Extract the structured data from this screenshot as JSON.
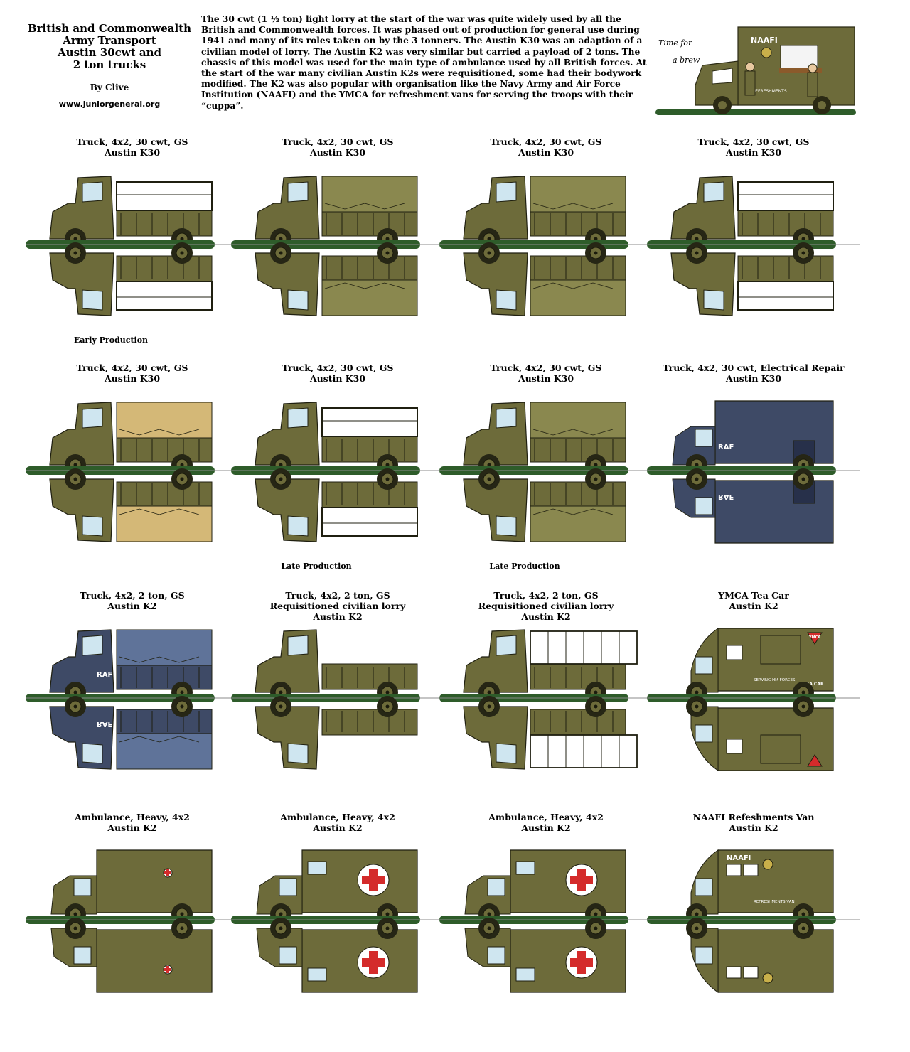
{
  "header": {
    "title_lines": [
      "British and Commonwealth",
      "Army Transport",
      "Austin 30cwt and",
      "2 ton trucks"
    ],
    "byline": "By Clive",
    "website": "www.juniorgeneral.org"
  },
  "intro_text": "The 30 cwt (1 ½ ton) light lorry at the start of the war was quite widely used by all the British and Commonwealth forces. It was phased out of production for general use during 1941 and many of its roles taken on by the 3 tonners. The Austin K30 was an adaption of a civilian model of lorry. The Austin K2 was very similar but carried a payload of 2 tons. The chassis of this model was used for the main type of ambulance used by all British forces. At the start of the war many civilian Austin K2s were requisitioned, some had their bodywork modified. The K2 was also popular with organisation like the Navy Army and Air Force Institution (NAAFI) and the YMCA for refreshment vans for serving the troops with their “cuppa”.",
  "hero": {
    "sign_line1": "Time for",
    "sign_line2": "a brew",
    "naafi_label": "NAAFI",
    "van_label": "REFRESHMENTS"
  },
  "colors": {
    "olive": "#6d6b3a",
    "olive_dark": "#4a4926",
    "olive_light": "#8a884f",
    "raf_blue": "#3e4a66",
    "raf_canvas": "#5f7399",
    "tan_canvas": "#d4b877",
    "base_green": "#2e5c2a",
    "white": "#ffffff"
  },
  "vehicles": [
    {
      "line1": "Truck, 4x2, 30 cwt, GS",
      "line2": "Austin K30",
      "line3": "",
      "note": "Early Production",
      "body": "stake",
      "scheme": "olive"
    },
    {
      "line1": "Truck, 4x2, 30 cwt, GS",
      "line2": "Austin K30",
      "line3": "",
      "note": "",
      "body": "canvas",
      "scheme": "olive"
    },
    {
      "line1": "Truck, 4x2, 30 cwt, GS",
      "line2": "Austin K30",
      "line3": "",
      "note": "",
      "body": "canvas",
      "scheme": "olive"
    },
    {
      "line1": "Truck, 4x2, 30 cwt, GS",
      "line2": "Austin K30",
      "line3": "",
      "note": "",
      "body": "stake",
      "scheme": "olive"
    },
    {
      "line1": "Truck, 4x2, 30 cwt, GS",
      "line2": "Austin K30",
      "line3": "",
      "note": "",
      "body": "canvas",
      "scheme": "tan"
    },
    {
      "line1": "Truck, 4x2, 30 cwt, GS",
      "line2": "Austin K30",
      "line3": "",
      "note": "Late Production",
      "body": "stake",
      "scheme": "olive"
    },
    {
      "line1": "Truck, 4x2, 30 cwt, GS",
      "line2": "Austin K30",
      "line3": "",
      "note": "Late Production",
      "body": "canvas",
      "scheme": "olive"
    },
    {
      "line1": "Truck, 4x2, 30 cwt, Electrical Repair",
      "line2": "Austin K30",
      "line3": "",
      "note": "",
      "body": "box",
      "scheme": "raf",
      "roundel": "RAF"
    },
    {
      "line1": "Truck, 4x2, 2 ton, GS",
      "line2": "Austin K2",
      "line3": "",
      "note": "",
      "body": "canvas",
      "scheme": "raf",
      "roundel": "RAF"
    },
    {
      "line1": "Truck, 4x2, 2 ton, GS",
      "line2": "Requisitioned civilian lorry",
      "line3": "Austin K2",
      "note": "",
      "body": "flat",
      "scheme": "olive"
    },
    {
      "line1": "Truck, 4x2, 2 ton, GS",
      "line2": "Requisitioned civilian lorry",
      "line3": "Austin K2",
      "note": "",
      "body": "frame",
      "scheme": "olive"
    },
    {
      "line1": "YMCA Tea Car",
      "line2": "Austin K2",
      "line3": "",
      "note": "",
      "body": "van",
      "scheme": "olive",
      "sign": "YMCA",
      "side_text": "SERVING HM FORCES",
      "top_text": "TEA CAR"
    },
    {
      "line1": "Ambulance, Heavy, 4x2",
      "line2": "Austin K2",
      "line3": "",
      "note": "",
      "body": "ambsmall",
      "scheme": "olive"
    },
    {
      "line1": "Ambulance, Heavy, 4x2",
      "line2": "Austin K2",
      "line3": "",
      "note": "",
      "body": "ambulance",
      "scheme": "olive"
    },
    {
      "line1": "Ambulance, Heavy, 4x2",
      "line2": "Austin K2",
      "line3": "",
      "note": "",
      "body": "ambulance",
      "scheme": "olive"
    },
    {
      "line1": "NAAFI Refeshments Van",
      "line2": "Austin K2",
      "line3": "",
      "note": "",
      "body": "naafi",
      "scheme": "olive",
      "sign": "NAAFI",
      "side_text": "REFRESHMENTS VAN"
    }
  ]
}
